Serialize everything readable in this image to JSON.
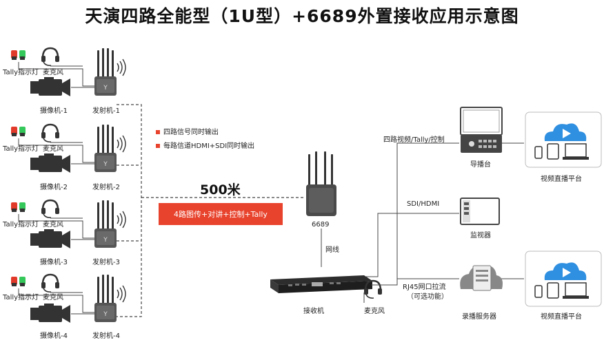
{
  "title": "天演四路全能型（1U型）+6689外置接收应用示意图",
  "channels": [
    {
      "tally_label": "Tally指示灯",
      "mic_label": "麦克风",
      "camera_label": "摄像机-1",
      "tx_label": "发射机-1"
    },
    {
      "tally_label": "Tally指示灯",
      "mic_label": "麦克风",
      "camera_label": "摄像机-2",
      "tx_label": "发射机-2"
    },
    {
      "tally_label": "Tally指示灯",
      "mic_label": "麦克风",
      "camera_label": "摄像机-3",
      "tx_label": "发射机-3"
    },
    {
      "tally_label": "Tally指示灯",
      "mic_label": "麦克风",
      "camera_label": "摄像机-4",
      "tx_label": "发射机-4"
    }
  ],
  "features": [
    "四路信号同时输出",
    "每路信道HDMI+SDI同时输出"
  ],
  "distance": "500米",
  "link_label": "4路图传+对讲+控制+Tally",
  "receiver_6689_label": "6689",
  "network_label": "网线",
  "receiver_label": "接收机",
  "receiver_mic_label": "麦克风",
  "outputs": {
    "switcher_link": "四路视频/Tally/控制",
    "switcher_label": "导播台",
    "monitor_link": "SDI/HDMI",
    "monitor_label": "监视器",
    "server_link_1": "RJ45网口拉流",
    "server_link_2": "（可选功能）",
    "server_label": "录播服务器",
    "platform_label_1": "视频直播平台",
    "platform_label_2": "视频直播平台"
  },
  "colors": {
    "accent_red": "#e8432d",
    "tally_red": "#e23a2a",
    "tally_green": "#34c759",
    "cloud_blue": "#2f8fe0",
    "device_dark": "#3a3a3a"
  }
}
